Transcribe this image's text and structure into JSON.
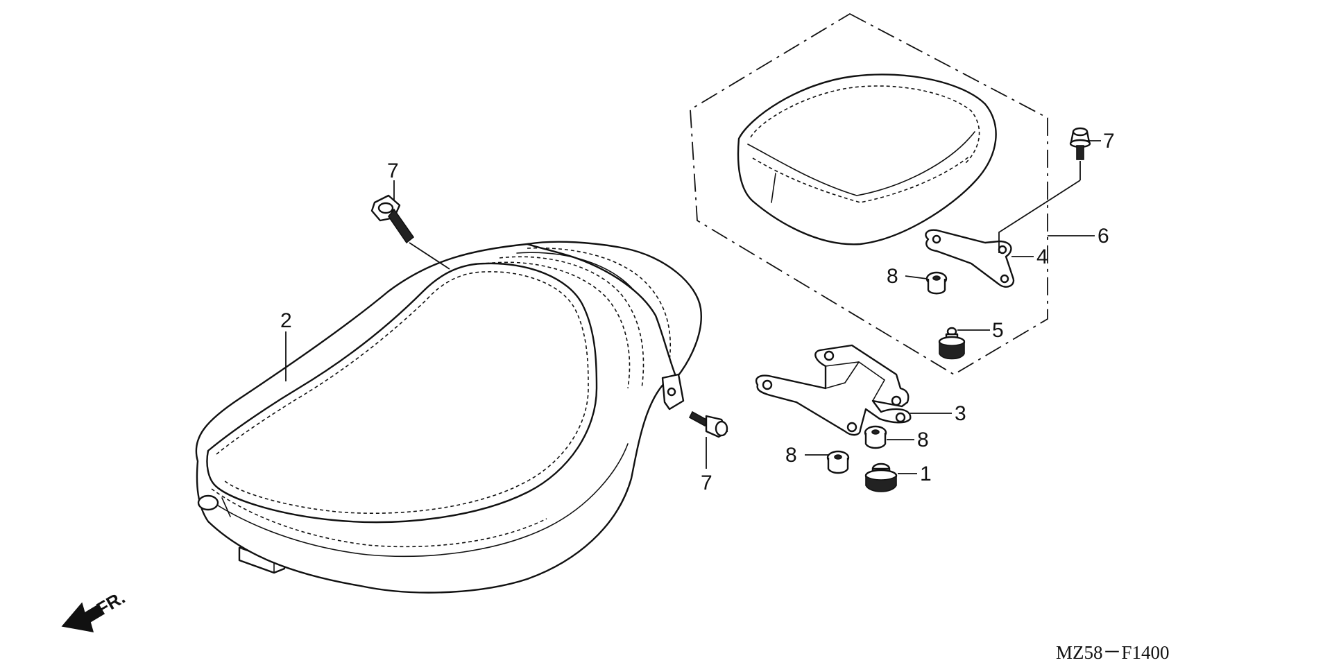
{
  "diagram": {
    "code": "MZ58－F1400",
    "front_marker": "FR.",
    "callouts": [
      {
        "id": "rider-seat-bolt-top",
        "label": "7"
      },
      {
        "id": "rider-seat",
        "label": "2"
      },
      {
        "id": "rider-seat-bolt-right",
        "label": "7"
      },
      {
        "id": "pillion-bolt",
        "label": "7"
      },
      {
        "id": "pillion-seat-assembly",
        "label": "6"
      },
      {
        "id": "pillion-bracket",
        "label": "4"
      },
      {
        "id": "pillion-nut",
        "label": "8"
      },
      {
        "id": "pillion-cushion",
        "label": "5"
      },
      {
        "id": "seat-bracket",
        "label": "3"
      },
      {
        "id": "bracket-nut-right",
        "label": "8"
      },
      {
        "id": "bracket-nut-left",
        "label": "8"
      },
      {
        "id": "seat-cushion",
        "label": "1"
      }
    ]
  }
}
